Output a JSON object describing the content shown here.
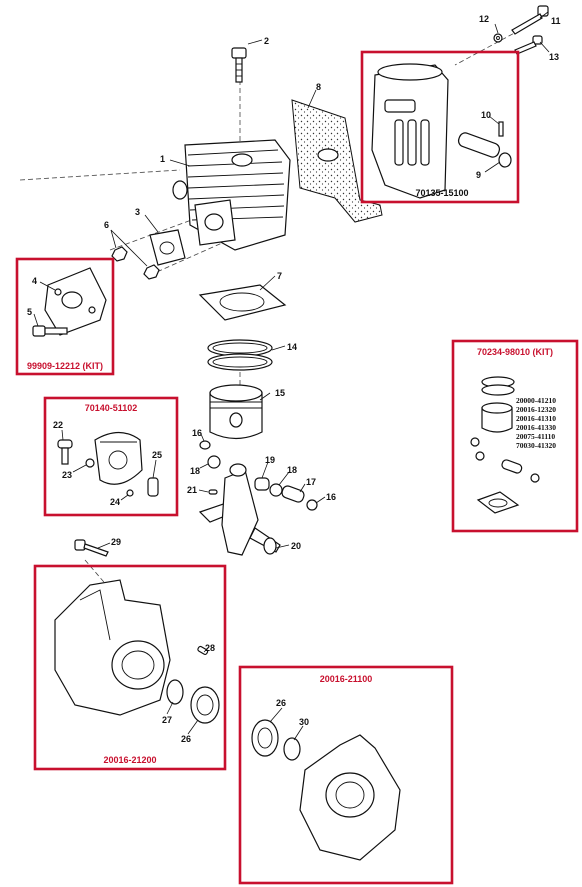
{
  "callouts": {
    "c1": "1",
    "c2": "2",
    "c3": "3",
    "c4": "4",
    "c5": "5",
    "c6": "6",
    "c7": "7",
    "c8": "8",
    "c9": "9",
    "c10": "10",
    "c11": "11",
    "c12": "12",
    "c13": "13",
    "c14": "14",
    "c15": "15",
    "c16a": "16",
    "c16b": "16",
    "c17": "17",
    "c18a": "18",
    "c18b": "18",
    "c19": "19",
    "c20": "20",
    "c21": "21",
    "c22": "22",
    "c23": "23",
    "c24": "24",
    "c25": "25",
    "c26a": "26",
    "c26b": "26",
    "c27": "27",
    "c28": "28",
    "c29": "29",
    "c30": "30"
  },
  "kits": {
    "muffler": "70135-15100",
    "intake": "99909-12212 (KIT)",
    "piston": "70234-98010 (KIT)",
    "clutch": "70140-51102",
    "crankcase_left": "20016-21200",
    "crankcase_right": "20016-21100"
  },
  "piston_kit_parts": [
    "20000-41210",
    "20016-12320",
    "20016-41310",
    "20016-41330",
    "20075-41110",
    "70030-41320"
  ],
  "colors": {
    "highlight": "#c8102e",
    "line": "#111111"
  }
}
